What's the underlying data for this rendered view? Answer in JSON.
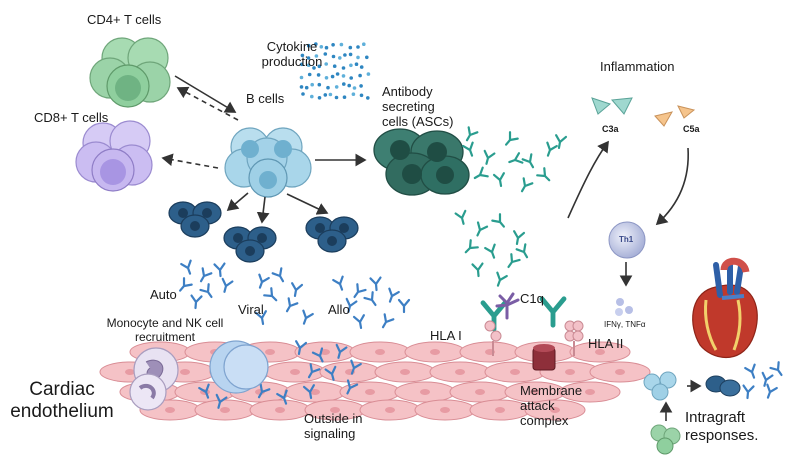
{
  "labels": {
    "cd4": "CD4+ T cells",
    "cd8": "CD8+ T cells",
    "cytokine_1": "Cytokine",
    "cytokine_2": "production",
    "b_cells": "B cells",
    "asc_1": "Antibody",
    "asc_2": "secreting",
    "asc_3": "cells (ASCs)",
    "inflammation": "Inflammation",
    "c3a": "C3a",
    "c5a": "C5a",
    "th1": "Th1",
    "ifn": "IFNγ, TNFα",
    "auto": "Auto",
    "viral": "Viral",
    "allo": "Allo",
    "c1q": "C1q",
    "hla1": "HLA I",
    "hla2": "HLA II",
    "mono_1": "Monocyte and NK cell",
    "mono_2": "recruitment",
    "cardiac_1": "Cardiac",
    "cardiac_2": "endothelium",
    "outside_1": "Outside in",
    "outside_2": "signaling",
    "mac_1": "Membrane",
    "mac_2": "attack",
    "mac_3": "complex",
    "intragraft_1": "Intragraft",
    "intragraft_2": "responses."
  },
  "colors": {
    "cd4": "#8fcf9e",
    "cd8": "#c7b8f0",
    "b_cell": "#9fd0e6",
    "asc": "#2f6f63",
    "plasma_dark": "#2d5f8a",
    "antibody": "#2a9d8f",
    "antibody_blue": "#3d7fc4",
    "endothelium": "#f2b8bd",
    "c3a": "#9fd8cf",
    "c5a": "#f5c48c",
    "heart": "#c0392b",
    "arrow": "#333333"
  }
}
